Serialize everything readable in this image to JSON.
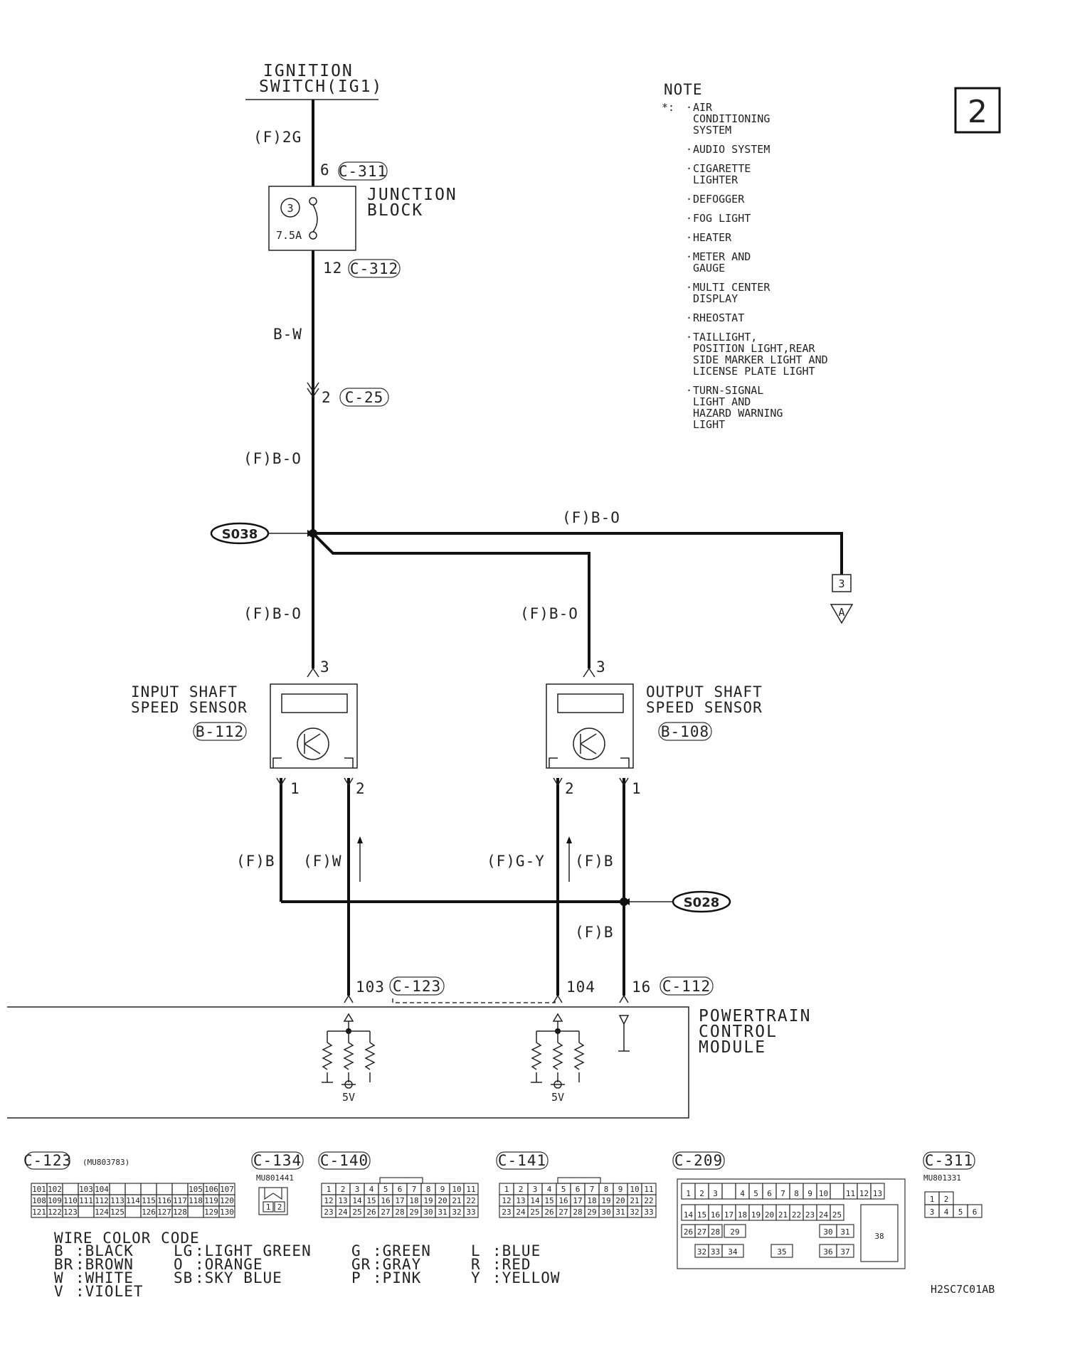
{
  "ignition": {
    "line1": "IGNITION",
    "line2": "SWITCH(IG1)"
  },
  "page_number": "2",
  "note": {
    "title": "NOTE",
    "marker": "*:",
    "items": [
      [
        "AIR",
        "CONDITIONING",
        "SYSTEM"
      ],
      [
        "AUDIO SYSTEM"
      ],
      [
        "CIGARETTE",
        "LIGHTER"
      ],
      [
        "DEFOGGER"
      ],
      [
        "FOG LIGHT"
      ],
      [
        "HEATER"
      ],
      [
        "METER AND",
        "GAUGE"
      ],
      [
        "MULTI CENTER",
        "DISPLAY"
      ],
      [
        "RHEOSTAT"
      ],
      [
        "TAILLIGHT,",
        "POSITION LIGHT,REAR",
        "SIDE MARKER LIGHT AND",
        "LICENSE PLATE LIGHT"
      ],
      [
        "TURN-SIGNAL",
        "LIGHT AND",
        "HAZARD WARNING",
        "LIGHT"
      ]
    ]
  },
  "wires": {
    "f2g": "(F)2G",
    "bw": "B-W",
    "fbo": "(F)B-O",
    "fb": "(F)B",
    "fw": "(F)W",
    "fgy": "(F)G-Y"
  },
  "junction": {
    "line1": "JUNCTION",
    "line2": "BLOCK",
    "fuse_no": "3",
    "fuse_rating": "7.5A"
  },
  "pins": {
    "p6": "6",
    "p12": "12",
    "p2": "2",
    "p3": "3",
    "p1": "1",
    "p103": "103",
    "p104": "104",
    "p16": "16"
  },
  "connectors": {
    "c311": "C-311",
    "c312": "C-312",
    "c25": "C-25",
    "b112": "B-112",
    "b108": "B-108",
    "c123": "C-123",
    "c112": "C-112"
  },
  "splices": {
    "s038": "S038",
    "s028": "S028"
  },
  "offpage": {
    "number": "3",
    "letter": "A"
  },
  "sensors": {
    "input": {
      "line1": "INPUT SHAFT",
      "line2": "SPEED SENSOR"
    },
    "output": {
      "line1": "OUTPUT SHAFT",
      "line2": "SPEED SENSOR"
    }
  },
  "pcm": {
    "line1": "POWERTRAIN",
    "line2": "CONTROL",
    "line3": "MODULE",
    "v5": "5V"
  },
  "connector_views": {
    "c123": {
      "label": "C-123",
      "part": "(MU803783)",
      "row1": [
        "101",
        "102",
        "",
        "103",
        "104",
        "",
        "",
        "",
        "",
        "",
        "105",
        "106",
        "107"
      ],
      "row2": [
        "108",
        "109",
        "110",
        "111",
        "112",
        "113",
        "114",
        "115",
        "116",
        "117",
        "118",
        "119",
        "120"
      ],
      "row3": [
        "121",
        "122",
        "123",
        "",
        "124",
        "125",
        "",
        "126",
        "127",
        "128",
        "",
        "129",
        "130"
      ]
    },
    "c134": {
      "label": "C-134",
      "part": "MU801441",
      "pins": [
        "1",
        "2"
      ]
    },
    "c140": {
      "label": "C-140",
      "row1": [
        "1",
        "2",
        "3",
        "4",
        "5",
        "6",
        "7",
        "8",
        "9",
        "10",
        "11"
      ],
      "row2": [
        "12",
        "13",
        "14",
        "15",
        "16",
        "17",
        "18",
        "19",
        "20",
        "21",
        "22"
      ],
      "row3": [
        "23",
        "24",
        "25",
        "26",
        "27",
        "28",
        "29",
        "30",
        "31",
        "32",
        "33"
      ]
    },
    "c141": {
      "label": "C-141",
      "row1": [
        "1",
        "2",
        "3",
        "4",
        "5",
        "6",
        "7",
        "8",
        "9",
        "10",
        "11"
      ],
      "row2": [
        "12",
        "13",
        "14",
        "15",
        "16",
        "17",
        "18",
        "19",
        "20",
        "21",
        "22"
      ],
      "row3": [
        "23",
        "24",
        "25",
        "26",
        "27",
        "28",
        "29",
        "30",
        "31",
        "32",
        "33"
      ]
    },
    "c209": {
      "label": "C-209",
      "row1": [
        "1",
        "2",
        "3",
        "",
        "4",
        "5",
        "6",
        "7",
        "8",
        "9",
        "10",
        "",
        "11",
        "12",
        "13"
      ],
      "row2": [
        "14",
        "15",
        "16",
        "17",
        "18",
        "19",
        "20",
        "21",
        "22",
        "23",
        "24",
        "25"
      ],
      "row3": [
        "26",
        "27",
        "28",
        "29",
        "30",
        "31"
      ],
      "row4": [
        "32",
        "33",
        "34",
        "35",
        "36",
        "37"
      ],
      "big": "38"
    },
    "c311": {
      "label": "C-311",
      "part": "MU801331",
      "row1": [
        "1",
        "2"
      ],
      "row2": [
        "3",
        "4",
        "5",
        "6"
      ]
    }
  },
  "color_code": {
    "title": "WIRE COLOR CODE",
    "entries": [
      [
        "B",
        ":BLACK"
      ],
      [
        "BR",
        ":BROWN"
      ],
      [
        "W",
        ":WHITE"
      ],
      [
        "V",
        ":VIOLET"
      ],
      [
        "LG",
        ":LIGHT GREEN"
      ],
      [
        "O",
        ":ORANGE"
      ],
      [
        "SB",
        ":SKY BLUE"
      ],
      [
        "G",
        ":GREEN"
      ],
      [
        "GR",
        ":GRAY"
      ],
      [
        "P",
        ":PINK"
      ],
      [
        "L",
        ":BLUE"
      ],
      [
        "R",
        ":RED"
      ],
      [
        "Y",
        ":YELLOW"
      ]
    ]
  },
  "drawing_code": "H2SC7C01AB"
}
